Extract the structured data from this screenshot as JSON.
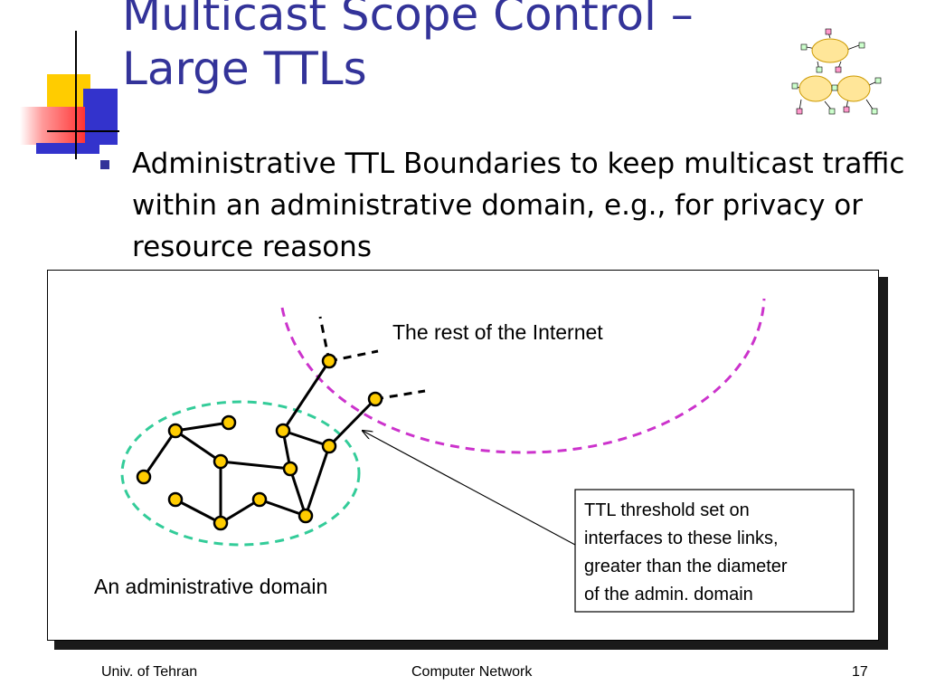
{
  "slide": {
    "title": "Multicast Scope Control –\nLarge TTLs",
    "bullet": "Administrative TTL Boundaries to keep multicast traffic within an administrative domain, e.g., for privacy or resource reasons"
  },
  "diagram": {
    "internet_label": "The rest of the Internet",
    "domain_label": "An administrative domain",
    "callout_lines": [
      "TTL threshold set on",
      "interfaces to these links,",
      "greater than the diameter",
      "of the admin. domain"
    ]
  },
  "footer": {
    "left": "Univ. of Tehran",
    "center": "Computer Network",
    "page": "17"
  },
  "colors": {
    "title": "#333399",
    "node_fill": "#ffcc00",
    "domain_boundary": "#33cc99",
    "internet_boundary": "#cc33cc"
  },
  "icons": {
    "corner_logo": "network-clouds-icon"
  }
}
